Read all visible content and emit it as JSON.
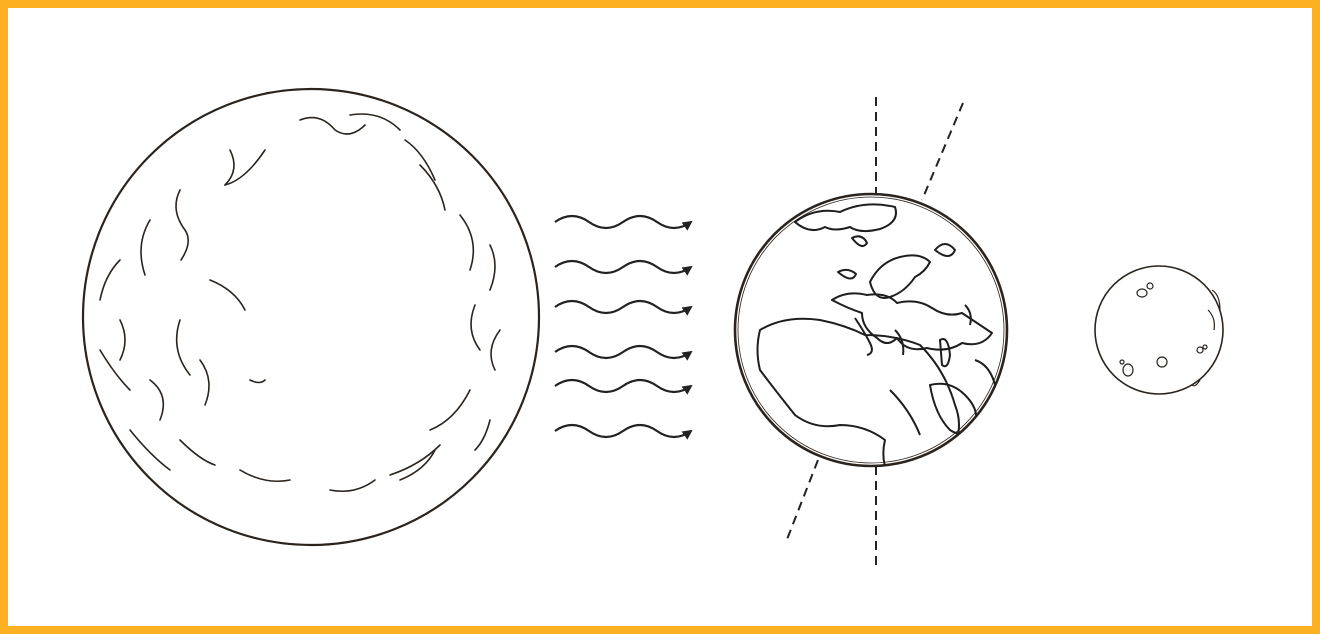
{
  "diagram": {
    "colors": {
      "frame_border": "#FDB022",
      "outline": "#2b241e",
      "background": "#ffffff"
    },
    "elements": {
      "sun": "sun-illustration",
      "rays": "radiation-arrows",
      "earth": "earth-globe-illustration",
      "axes": "rotation-axis-lines",
      "moon": "moon-illustration"
    },
    "ray_count": 6
  }
}
